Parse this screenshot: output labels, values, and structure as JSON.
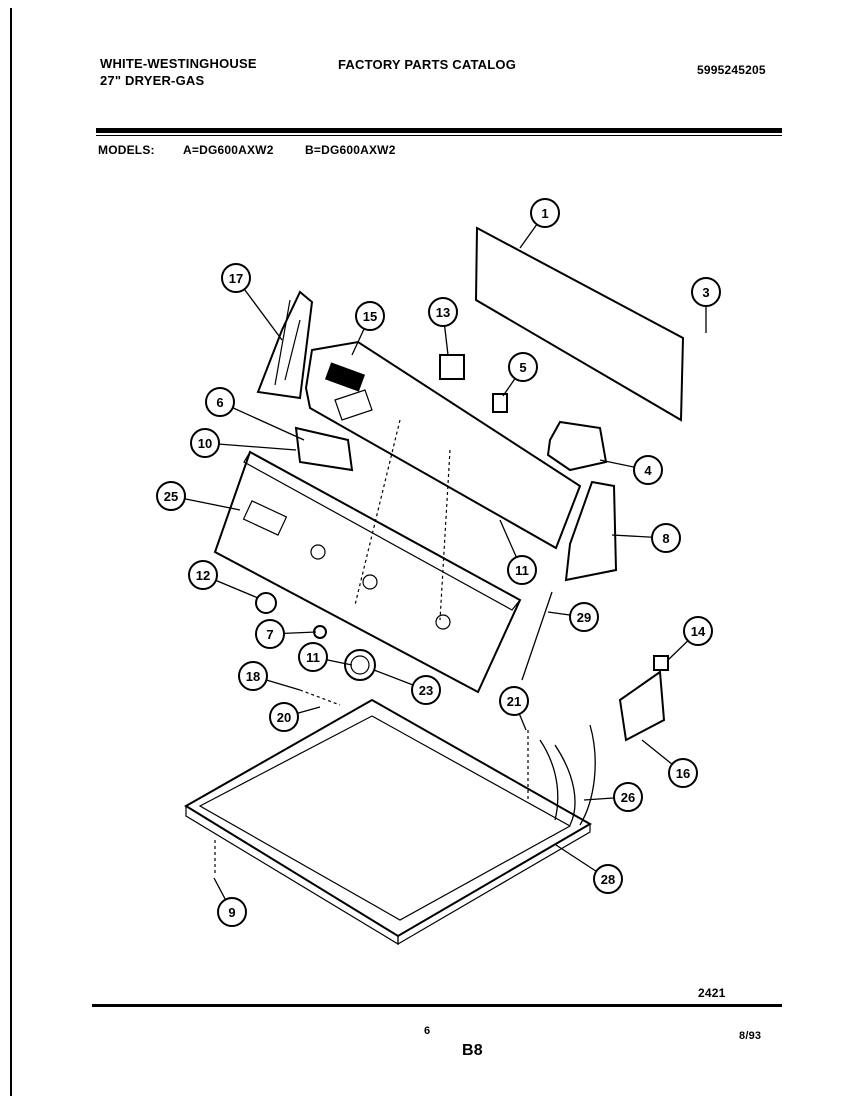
{
  "header": {
    "manufacturer": "WHITE-WESTINGHOUSE",
    "model_line": "27\" DRYER-GAS",
    "catalog_title": "FACTORY PARTS CATALOG",
    "catalog_number": "5995245205"
  },
  "models": {
    "label": "MODELS:",
    "a": "A=DG600AXW2",
    "b": "B=DG600AXW2"
  },
  "callouts": [
    "1",
    "3",
    "15",
    "13",
    "5",
    "17",
    "6",
    "10",
    "4",
    "25",
    "8",
    "11",
    "12",
    "29",
    "7",
    "11",
    "14",
    "18",
    "23",
    "21",
    "20",
    "16",
    "26",
    "28",
    "9"
  ],
  "footer": {
    "drawing_number": "2421",
    "page_number": "6",
    "section_code": "B8",
    "date_code": "8/93"
  }
}
